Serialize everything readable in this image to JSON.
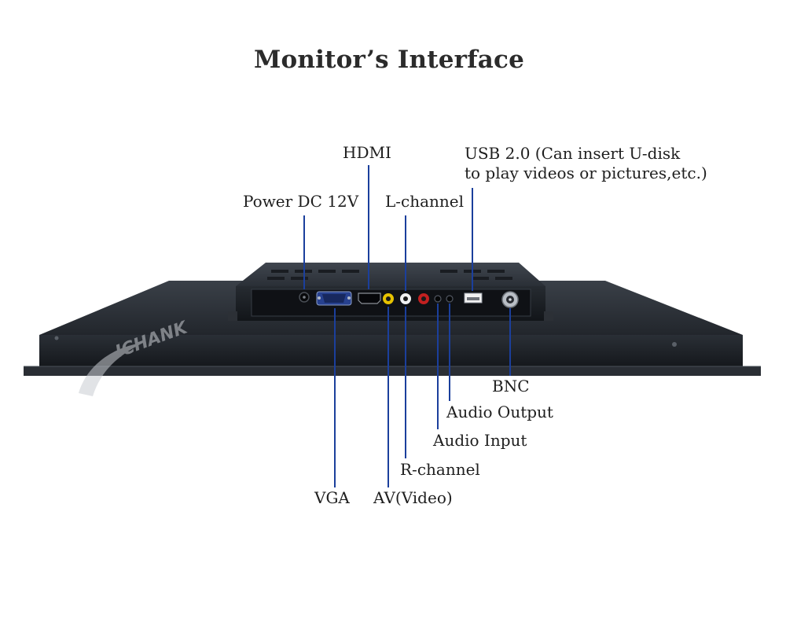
{
  "title": "Monitor’s Interface",
  "watermark": "ICHANK",
  "labels": {
    "hdmi": "HDMI",
    "usb_line1": "USB 2.0 (Can insert U-disk",
    "usb_line2": "to play videos or pictures,etc.)",
    "power": "Power DC 12V",
    "l_channel": "L-channel",
    "bnc": "BNC",
    "audio_output": "Audio Output",
    "audio_input": "Audio Input",
    "r_channel": "R-channel",
    "vga": "VGA",
    "av_video": "AV(Video)"
  },
  "colors": {
    "leader_line": "#1b3f9c",
    "chassis": "#1c2026",
    "rca_video": "#e6c200",
    "rca_audio_r": "#c22020",
    "usb_port": "#f2f2f2"
  }
}
